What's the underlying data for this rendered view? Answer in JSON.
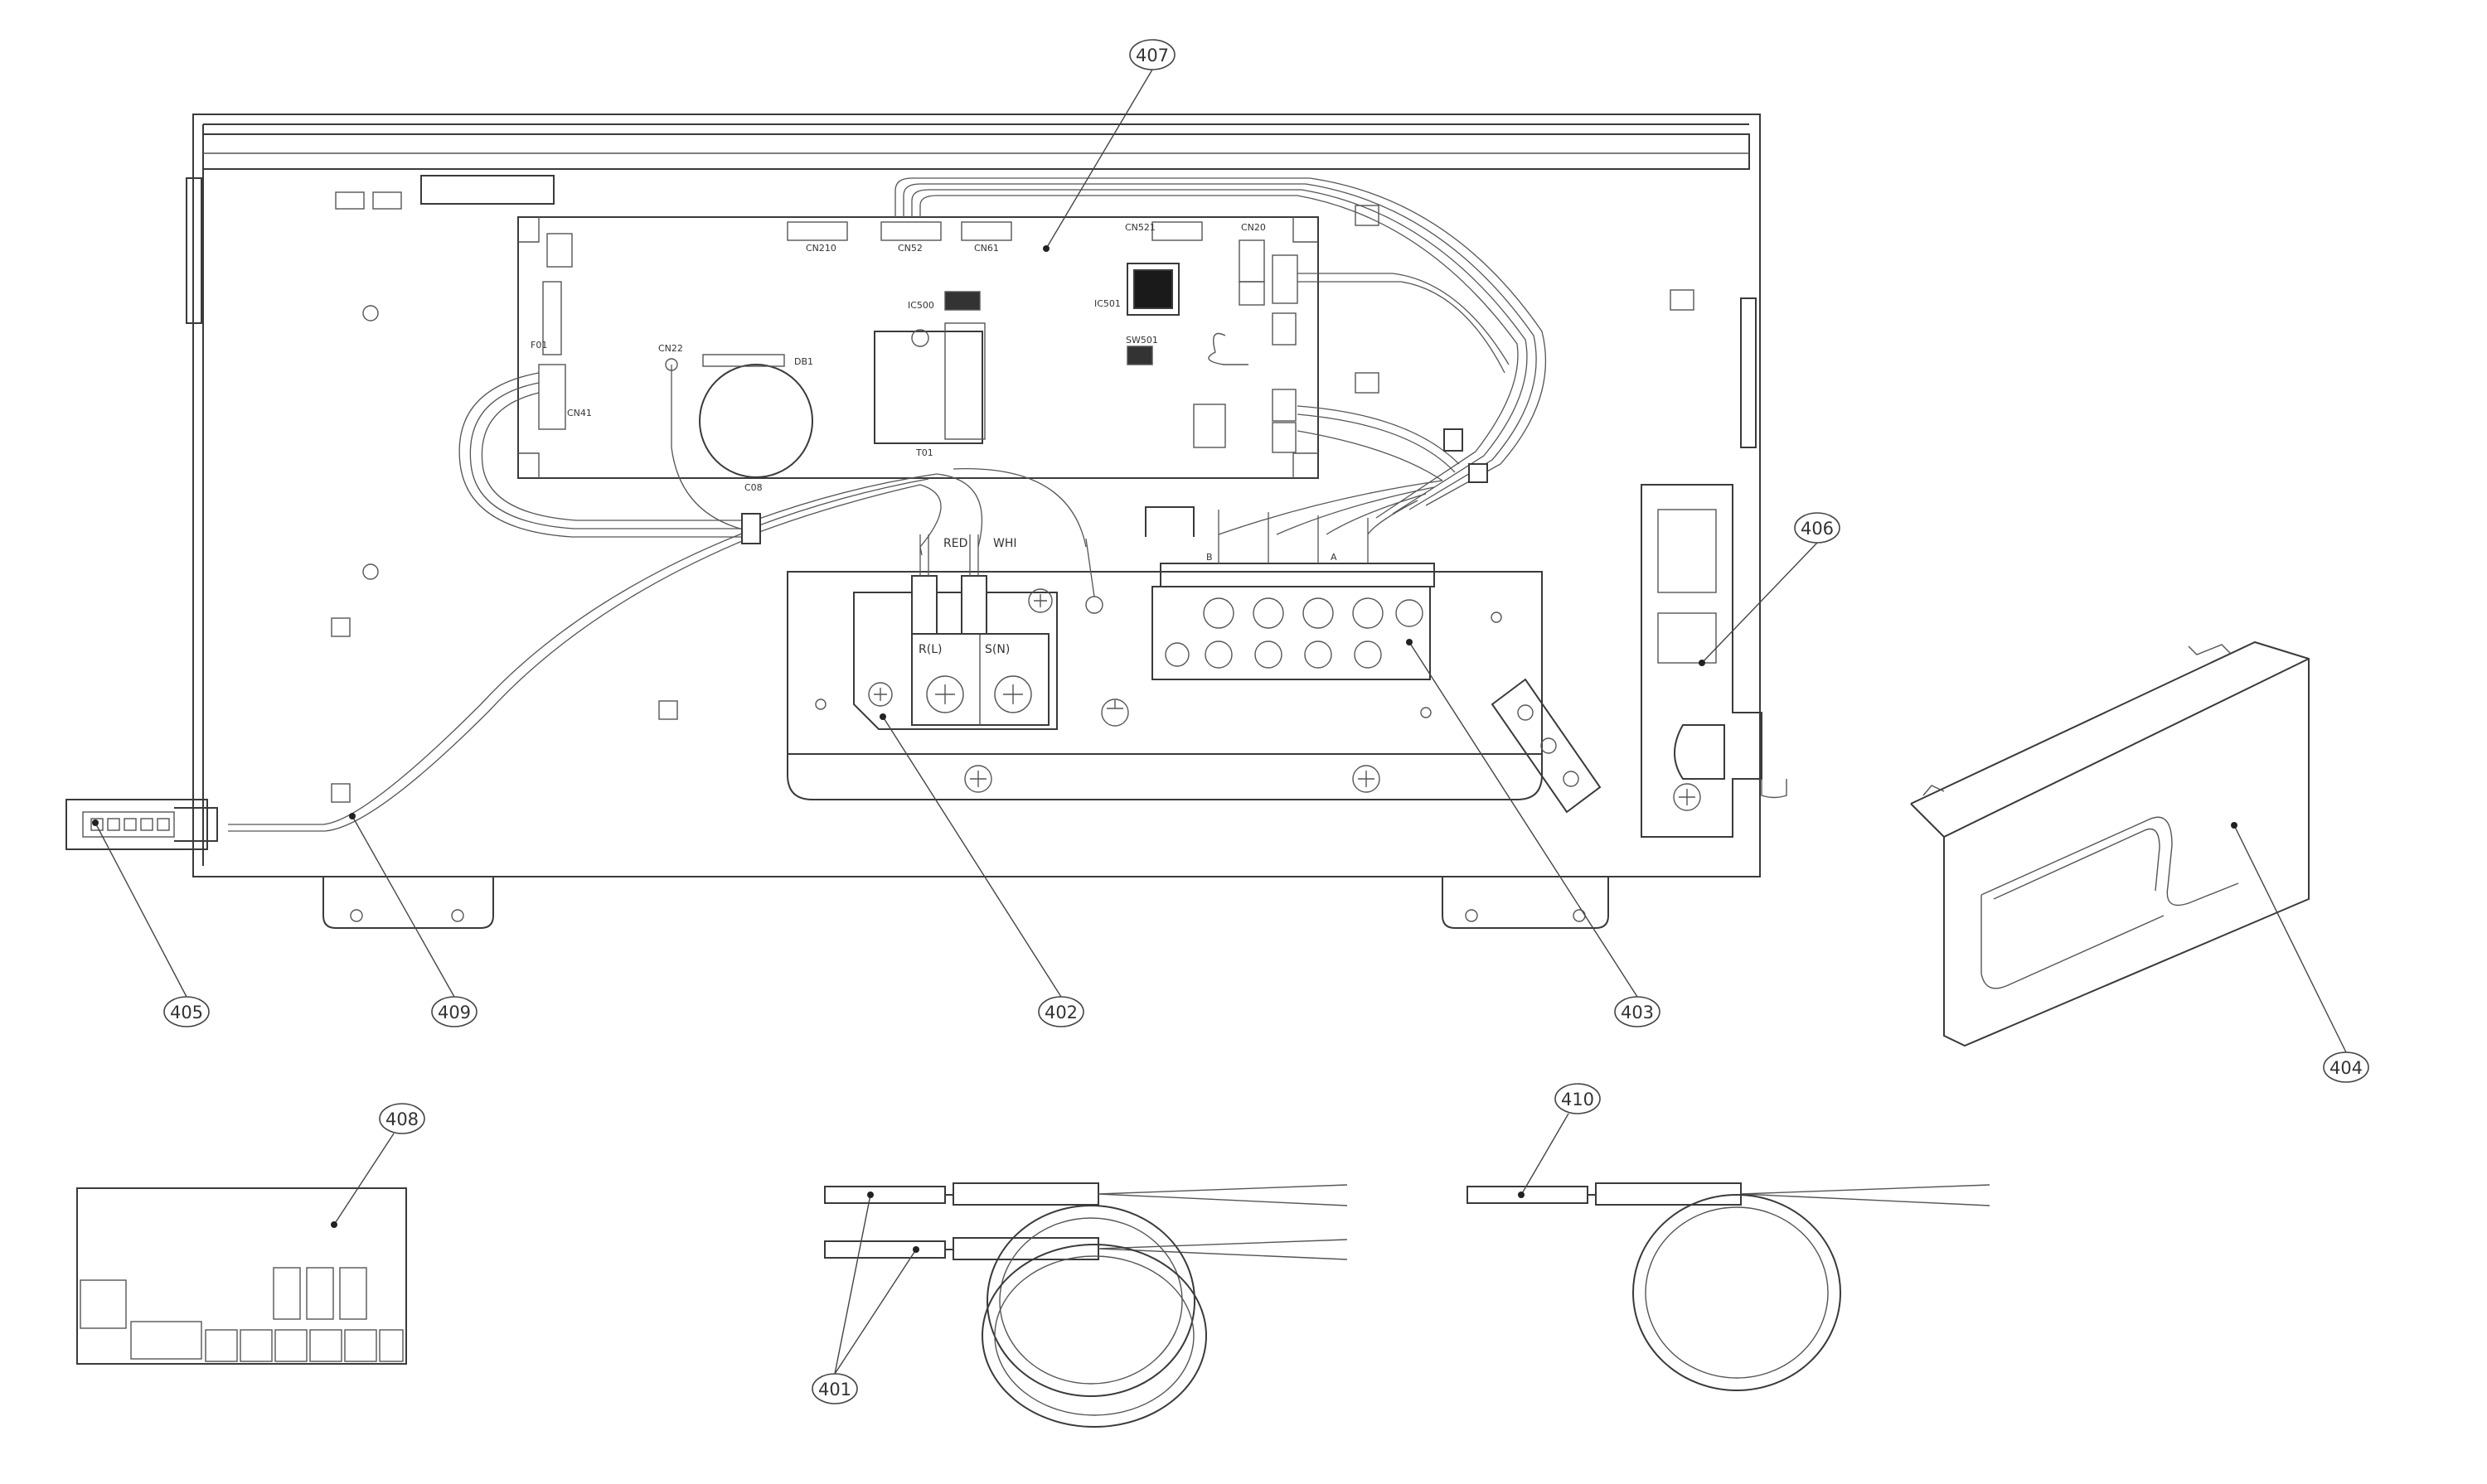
{
  "callouts": [
    {
      "id": "c401",
      "label": "401"
    },
    {
      "id": "c402",
      "label": "402"
    },
    {
      "id": "c403",
      "label": "403"
    },
    {
      "id": "c404",
      "label": "404"
    },
    {
      "id": "c405",
      "label": "405"
    },
    {
      "id": "c406",
      "label": "406"
    },
    {
      "id": "c407",
      "label": "407"
    },
    {
      "id": "c408",
      "label": "408"
    },
    {
      "id": "c409",
      "label": "409"
    },
    {
      "id": "c410",
      "label": "410"
    }
  ],
  "pcb_labels": {
    "cn210": "CN210",
    "cn52": "CN52",
    "cn61": "CN61",
    "cn521": "CN521",
    "cn20": "CN20",
    "cn22": "CN22",
    "cn41": "CN41",
    "ic501": "IC501",
    "ic500": "IC500",
    "db1": "DB1",
    "c08": "C08",
    "t01": "T01",
    "f01": "F01",
    "sw501": "SW501"
  },
  "terminal_labels": {
    "red": "RED",
    "whi": "WHI",
    "r_l": "R(L)",
    "s_n": "S(N)",
    "b": "B",
    "a": "A"
  }
}
